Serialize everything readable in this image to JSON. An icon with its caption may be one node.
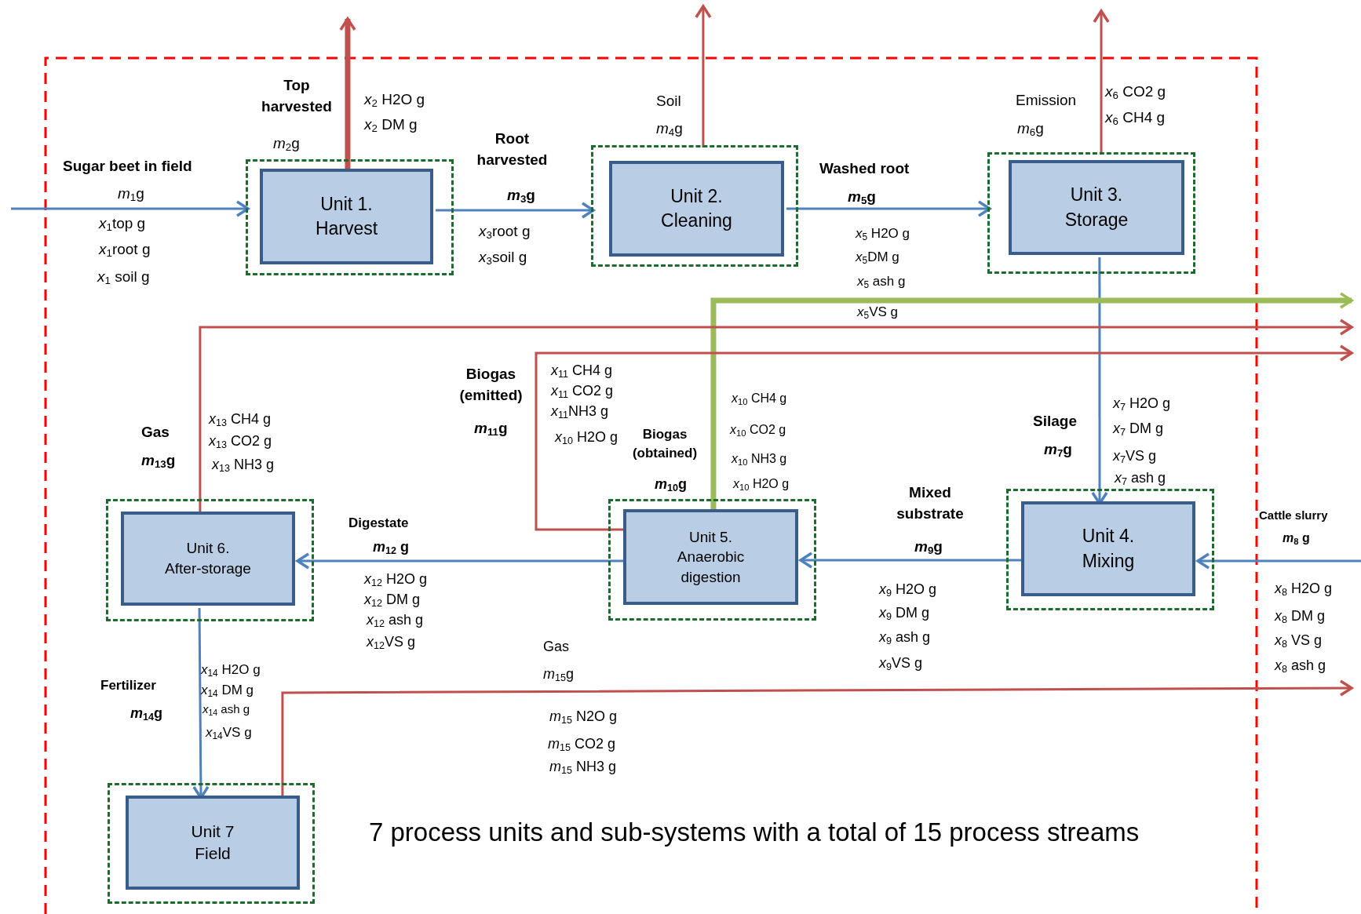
{
  "diagram": {
    "caption": "7 process units and sub-systems with a total of 15 process streams",
    "nodes": [
      {
        "text": [],
        "shape": "box"
      },
      {
        "text": [
          "Unit 1. Harvest"
        ],
        "in": 0
      },
      {
        "text": [],
        "shape": "box"
      },
      {
        "text": [
          "Unit 2. Cleaning"
        ],
        "in": 2
      },
      {
        "text": [],
        "shape": "box"
      },
      {
        "text": [
          "Unit 3. Storage"
        ],
        "in": 4
      },
      {
        "text": [],
        "shape": "box"
      },
      {
        "text": [
          "Unit 6. After-storage"
        ],
        "in": 6
      },
      {
        "text": [],
        "shape": "box"
      },
      {
        "text": [
          "Unit 5. Anaerobic digestion"
        ],
        "in": 8
      },
      {
        "text": [],
        "shape": "box"
      },
      {
        "text": [
          "Unit 4. Mixing"
        ],
        "in": 10
      },
      {
        "text": [],
        "shape": "box"
      },
      {
        "text": [
          "Unit 7 Field"
        ],
        "in": 12
      }
    ],
    "edges": [
      {
        "from": null,
        "to": 0,
        "arrow": "to"
      },
      {
        "from": 1,
        "to": null,
        "arrow": "to",
        "style": "thick",
        "color": "#c0504d"
      },
      {
        "from": 1,
        "to": 2,
        "arrow": "to"
      },
      {
        "from": 2,
        "to": null,
        "arrow": "to",
        "color": "#c0504d"
      },
      {
        "from": 3,
        "to": 4,
        "arrow": "to"
      },
      {
        "from": 4,
        "to": null,
        "arrow": "to",
        "color": "#c0504d"
      },
      {
        "from": 5,
        "to": 11,
        "arrow": "to"
      },
      {
        "from": null,
        "to": 11,
        "arrow": "to"
      },
      {
        "from": 11,
        "to": 9,
        "arrow": "to"
      },
      {
        "from": 9,
        "to": 7,
        "arrow": "to"
      },
      {
        "from": 9,
        "to": null,
        "arrow": "to",
        "style": "thick",
        "color": "#9bbb59"
      },
      {
        "from": 9,
        "to": null,
        "arrow": "to",
        "color": "#c0504d"
      },
      {
        "from": 7,
        "to": null,
        "arrow": "to",
        "color": "#c0504d"
      },
      {
        "from": 7,
        "to": 13,
        "arrow": "to"
      },
      {
        "from": 13,
        "to": null,
        "arrow": "to",
        "color": "#c0504d"
      }
    ],
    "labels": [
      "Top harvested",
      "*m*$_{2}$g",
      "*x*$_{2}$ H2O g",
      "*x*$_{2}$ DM g",
      "Soil",
      "*m*$_{4}$g",
      "Emission",
      "*m*$_{6}$g",
      "*x*$_{6}$ CO2 g",
      "*x*$_{6}$ CH4 g",
      "Sugar beet in field",
      "*m*$_{1}$g",
      "*x*$_{1}$top g",
      "*x*$_{1}$root g",
      "*x*$_{1}$ soil g",
      "Root harvested",
      "*m*$_{3}$g",
      "*x*$_{3}$root g",
      "*x*$_{3}$soil g",
      "Washed root",
      "*m*$_{5}$g",
      "*x*$_{5}$ H2O g",
      "*x*$_{5}$DM g",
      "*x*$_{5}$ ash g",
      "*x*$_{5}$VS g",
      "Biogas (emitted)",
      "*m*$_{11}$g",
      "*x*$_{11}$ CH4 g",
      "*x*$_{11}$ CO2 g",
      "*x*$_{11}$NH3 g",
      "*x*$_{10}$ H2O g",
      "Biogas (obtained)",
      "*m*$_{10}$g",
      "*x*$_{10}$ CH4 g",
      "*x*$_{10}$ CO2 g",
      "*x*$_{10}$ NH3 g",
      "*x*$_{10}$ H2O g",
      "Gas",
      "*m*$_{13}$g",
      "*x*$_{13}$ CH4 g",
      "*x*$_{13}$ CO2 g",
      "*x*$_{13}$ NH3 g",
      "Silage",
      "*m*$_{7}$g",
      "*x*$_{7}$ H2O g",
      "*x*$_{7}$ DM g",
      "*x*$_{7}$VS g",
      "*x*$_{7}$ ash g",
      "Digestate",
      "*m*$_{12}$ g",
      "*x*$_{12}$ H2O g",
      "*x*$_{12}$ DM g",
      "*x*$_{12}$ ash g",
      "*x*$_{12}$VS g",
      "Mixed substrate",
      "*m*$_{9}$g",
      "*x*$_{9}$ H2O g",
      "*x*$_{9}$ DM g",
      "*x*$_{9}$ ash g",
      "*x*$_{9}$VS g",
      "Cattle slurry",
      "*m*$_{8}$ g",
      "*x*$_{8}$ H2O g",
      "*x*$_{8}$ DM g",
      "*x*$_{8}$ VS g",
      "*x*$_{8}$ ash g",
      "Fertilizer",
      "*m*$_{14}$g",
      "*x*$_{14}$ H2O g",
      "*x*$_{14}$ DM g",
      "*x*$_{14}$ ash g",
      "*x*$_{14}$VS g",
      "Gas",
      "*m*$_{15}$g",
      "*m*$_{15}$ N2O g",
      "*m*$_{15}$ CO2 g",
      "*m*$_{15}$ NH3 g"
    ]
  }
}
